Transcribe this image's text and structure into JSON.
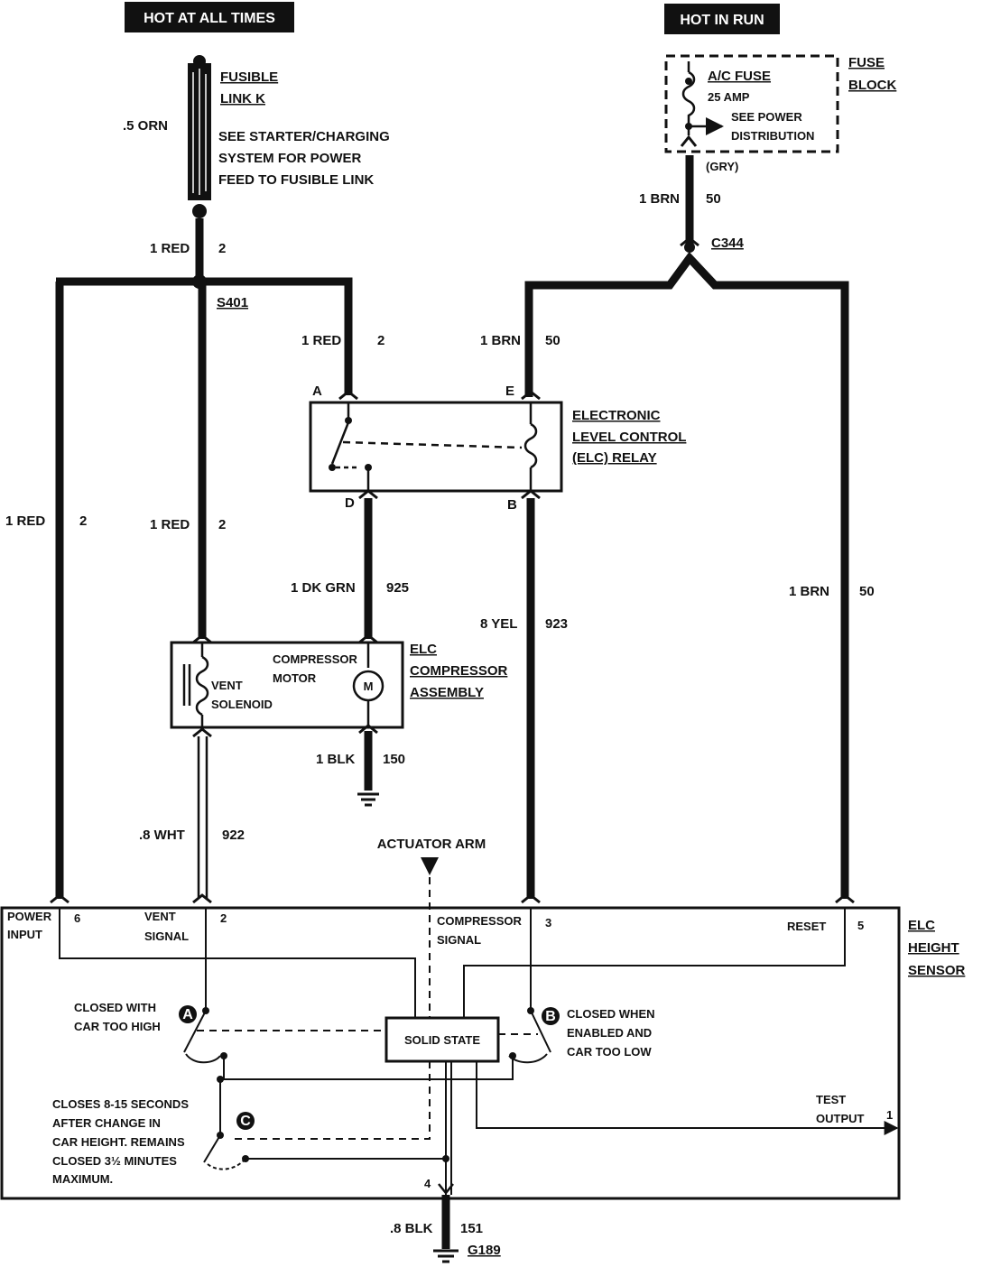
{
  "headers": {
    "hot_always": "HOT AT ALL TIMES",
    "hot_run": "HOT IN RUN"
  },
  "fusible": {
    "title1": "FUSIBLE",
    "title2": "LINK K",
    "wire": ".5 ORN",
    "note1": "SEE STARTER/CHARGING",
    "note2": "SYSTEM FOR POWER",
    "note3": "FEED TO FUSIBLE LINK"
  },
  "fuse": {
    "name": "A/C FUSE",
    "amp": "25 AMP",
    "see1": "SEE POWER",
    "see2": "DISTRIBUTION",
    "block1": "FUSE",
    "block2": "BLOCK",
    "conn": "(GRY)"
  },
  "wires": {
    "red_top_color": "1 RED",
    "red_top_num": "2",
    "s401": "S401",
    "c344": "C344",
    "brn_top_color": "1 BRN",
    "brn_top_num": "50",
    "red_relay_color": "1 RED",
    "red_relay_num": "2",
    "brn_relay_color": "1 BRN",
    "brn_relay_num": "50",
    "red_left_color": "1 RED",
    "red_left_num": "2",
    "red_mid_color": "1 RED",
    "red_mid_num": "2",
    "grn_color": "1 DK GRN",
    "grn_num": "925",
    "yel_color": "8 YEL",
    "yel_num": "923",
    "brn_right_color": "1 BRN",
    "brn_right_num": "50",
    "blk_comp_color": "1 BLK",
    "blk_comp_num": "150",
    "wht_color": ".8 WHT",
    "wht_num": "922",
    "blk_bottom_color": ".8 BLK",
    "blk_bottom_num": "151",
    "g189": "G189"
  },
  "relay": {
    "a": "A",
    "e": "E",
    "d": "D",
    "b": "B",
    "name1": "ELECTRONIC",
    "name2": "LEVEL CONTROL",
    "name3": "(ELC) RELAY"
  },
  "compressor": {
    "motor1": "COMPRESSOR",
    "motor2": "MOTOR",
    "m": "M",
    "vent1": "VENT",
    "vent2": "SOLENOID",
    "name1": "ELC",
    "name2": "COMPRESSOR",
    "name3": "ASSEMBLY"
  },
  "actuator": "ACTUATOR ARM",
  "sensor": {
    "power1": "POWER",
    "power2": "INPUT",
    "pin6": "6",
    "vent1": "VENT",
    "vent2": "SIGNAL",
    "pin2": "2",
    "comp1": "COMPRESSOR",
    "comp2": "SIGNAL",
    "pin3": "3",
    "reset": "RESET",
    "pin5": "5",
    "name1": "ELC",
    "name2": "HEIGHT",
    "name3": "SENSOR",
    "closed_high1": "CLOSED WITH",
    "closed_high2": "CAR TOO HIGH",
    "closed_low1": "CLOSED WHEN",
    "closed_low2": "ENABLED AND",
    "closed_low3": "CAR TOO LOW",
    "solid": "SOLID STATE",
    "a": "A",
    "b": "B",
    "c": "C",
    "closes1": "CLOSES 8-15 SECONDS",
    "closes2": "AFTER CHANGE IN",
    "closes3": "CAR HEIGHT. REMAINS",
    "closes4": "CLOSED 3½ MINUTES",
    "closes5": "MAXIMUM.",
    "test1": "TEST",
    "test2": "OUTPUT",
    "pin1": "1",
    "pin4": "4"
  }
}
